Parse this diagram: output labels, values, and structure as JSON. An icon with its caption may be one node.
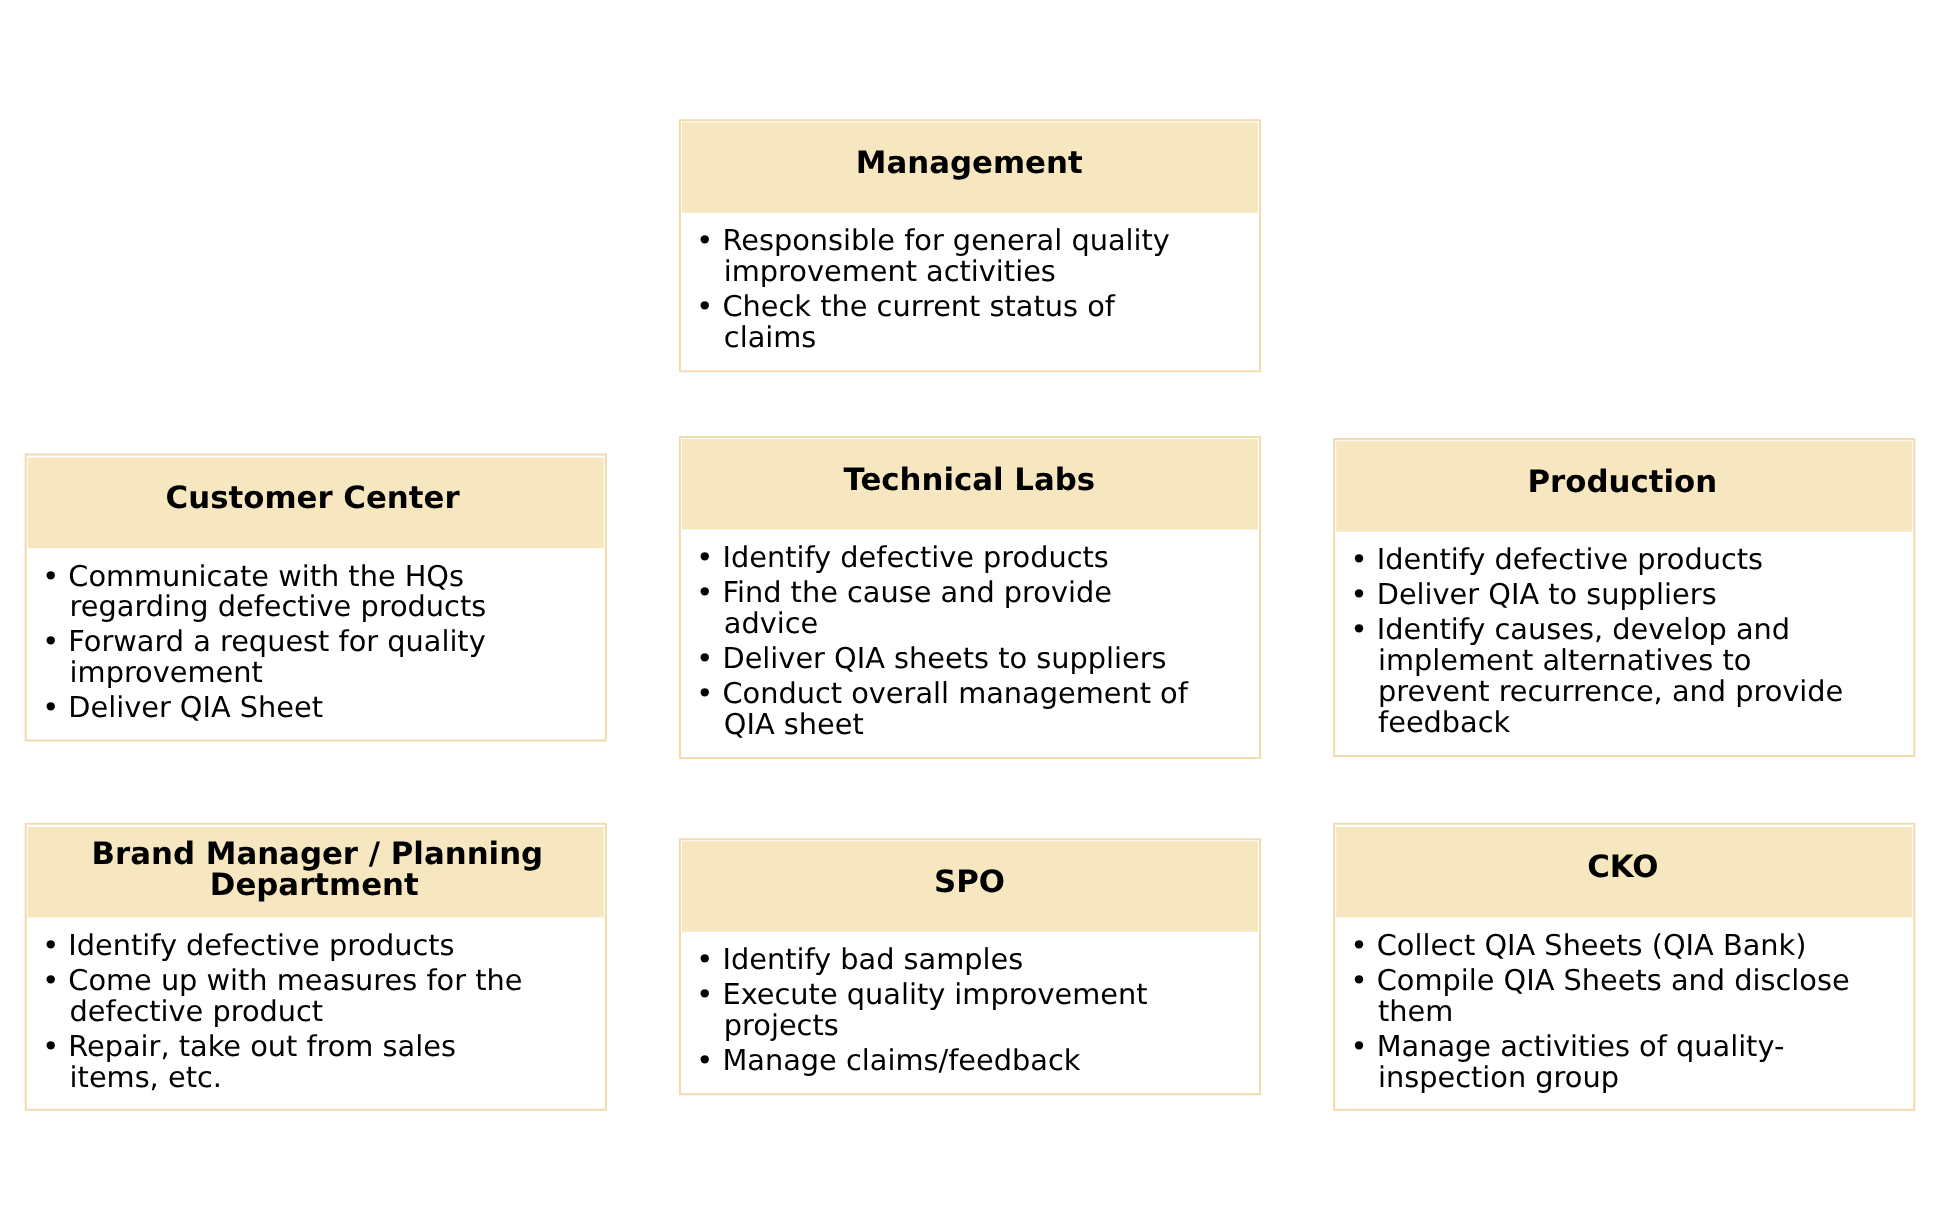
{
  "diagram": {
    "nodes": [
      {
        "text": [
          "Management",
          "• Responsible for general quality improvement activities",
          "• Check the current status of claims"
        ]
      },
      {
        "text": [
          "Customer Center",
          "• Communicate with the HQs regarding defective products",
          "• Forward a request for quality improvement",
          "• Deliver QIA Sheet"
        ]
      },
      {
        "text": [
          "Technical Labs",
          "• Identify defective products",
          "• Find the cause and provide advice",
          "• Deliver QIA sheets to suppliers",
          "• Conduct overall management of QIA sheet"
        ]
      },
      {
        "text": [
          "Production",
          "• Identify defective products",
          "• Deliver QIA to suppliers",
          "• Identify causes, develop and implement alternatives to prevent recurrence, and provide feedback"
        ]
      },
      {
        "text": [
          "Brand Manager / Planning Department",
          "• Identify defective products",
          "• Come up with measures for the defective product",
          "• Repair, take out from sales items, etc."
        ]
      },
      {
        "text": [
          "SPO",
          "• Identify bad samples",
          "• Execute quality improvement projects",
          "• Manage claims/feedback"
        ]
      },
      {
        "text": [
          "CKO",
          "• Collect QIA Sheets (QIA Bank)",
          "• Compile QIA Sheets and disclose them",
          "• Manage activities of quality-inspection group"
        ]
      }
    ],
    "edges": []
  }
}
